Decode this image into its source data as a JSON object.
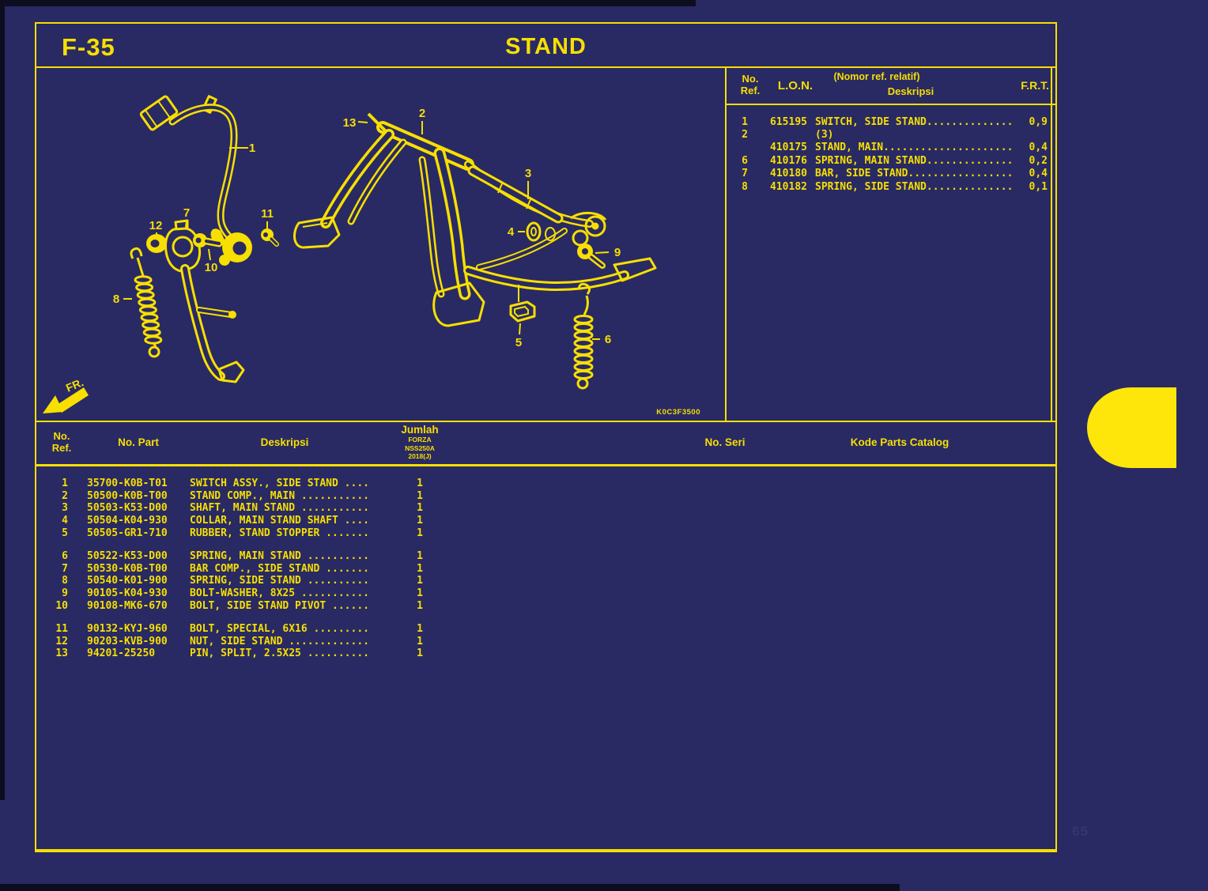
{
  "page": {
    "code": "F-35",
    "title": "STAND",
    "page_number": "65"
  },
  "colors": {
    "background": "#292a63",
    "line_yellow": "#f7df00",
    "tab_yellow": "#ffe60a",
    "page_number_faint": "#35366b"
  },
  "ref_table": {
    "header": {
      "no_line1": "No.",
      "no_line2": "Ref.",
      "lon": "L.O.N.",
      "desc_note": "(Nomor ref. relatif)",
      "desc": "Deskripsi",
      "frt": "F.R.T."
    },
    "rows": [
      {
        "no": "1",
        "lon": "615195",
        "desc": "SWITCH, SIDE STAND..............",
        "frt": "0,9"
      },
      {
        "no": "2",
        "lon": "",
        "desc": "(3)",
        "frt": ""
      },
      {
        "no": "",
        "lon": "410175",
        "desc": "STAND, MAIN.....................",
        "frt": "0,4"
      },
      {
        "no": "6",
        "lon": "410176",
        "desc": "SPRING, MAIN STAND..............",
        "frt": "0,2"
      },
      {
        "no": "7",
        "lon": "410180",
        "desc": "BAR, SIDE STAND.................",
        "frt": "0,4"
      },
      {
        "no": "8",
        "lon": "410182",
        "desc": "SPRING, SIDE STAND..............",
        "frt": "0,1"
      }
    ]
  },
  "parts_table": {
    "header": {
      "no_line1": "No.",
      "no_line2": "Ref.",
      "part": "No. Part",
      "desc": "Deskripsi",
      "qty_title": "Jumlah",
      "qty_sub1": "FORZA",
      "qty_sub2": "NSS250A",
      "qty_sub3": "2018(J)",
      "seri": "No. Seri",
      "catalog": "Kode Parts Catalog"
    },
    "groups": [
      [
        {
          "no": "1",
          "part": "35700-K0B-T01",
          "desc": "SWITCH ASSY., SIDE STAND ....",
          "qty": "1"
        },
        {
          "no": "2",
          "part": "50500-K0B-T00",
          "desc": "STAND COMP., MAIN ...........",
          "qty": "1"
        },
        {
          "no": "3",
          "part": "50503-K53-D00",
          "desc": "SHAFT, MAIN STAND ...........",
          "qty": "1"
        },
        {
          "no": "4",
          "part": "50504-K04-930",
          "desc": "COLLAR, MAIN STAND SHAFT ....",
          "qty": "1"
        },
        {
          "no": "5",
          "part": "50505-GR1-710",
          "desc": "RUBBER, STAND STOPPER .......",
          "qty": "1"
        }
      ],
      [
        {
          "no": "6",
          "part": "50522-K53-D00",
          "desc": "SPRING, MAIN STAND ..........",
          "qty": "1"
        },
        {
          "no": "7",
          "part": "50530-K0B-T00",
          "desc": "BAR COMP., SIDE STAND .......",
          "qty": "1"
        },
        {
          "no": "8",
          "part": "50540-K01-900",
          "desc": "SPRING, SIDE STAND ..........",
          "qty": "1"
        },
        {
          "no": "9",
          "part": "90105-K04-930",
          "desc": "BOLT-WASHER, 8X25 ...........",
          "qty": "1"
        },
        {
          "no": "10",
          "part": "90108-MK6-670",
          "desc": "BOLT, SIDE STAND PIVOT ......",
          "qty": "1"
        }
      ],
      [
        {
          "no": "11",
          "part": "90132-KYJ-960",
          "desc": "BOLT, SPECIAL, 6X16 .........",
          "qty": "1"
        },
        {
          "no": "12",
          "part": "90203-KVB-900",
          "desc": "NUT, SIDE STAND .............",
          "qty": "1"
        },
        {
          "no": "13",
          "part": "94201-25250",
          "desc": "PIN, SPLIT, 2.5X25 ..........",
          "qty": "1"
        }
      ]
    ]
  },
  "diagram": {
    "code": "K0C3F3500",
    "fr_label": "FR.",
    "callouts": [
      {
        "n": "1"
      },
      {
        "n": "2"
      },
      {
        "n": "3"
      },
      {
        "n": "4"
      },
      {
        "n": "5"
      },
      {
        "n": "6"
      },
      {
        "n": "7"
      },
      {
        "n": "8"
      },
      {
        "n": "9"
      },
      {
        "n": "10"
      },
      {
        "n": "11"
      },
      {
        "n": "12"
      },
      {
        "n": "13"
      }
    ]
  }
}
